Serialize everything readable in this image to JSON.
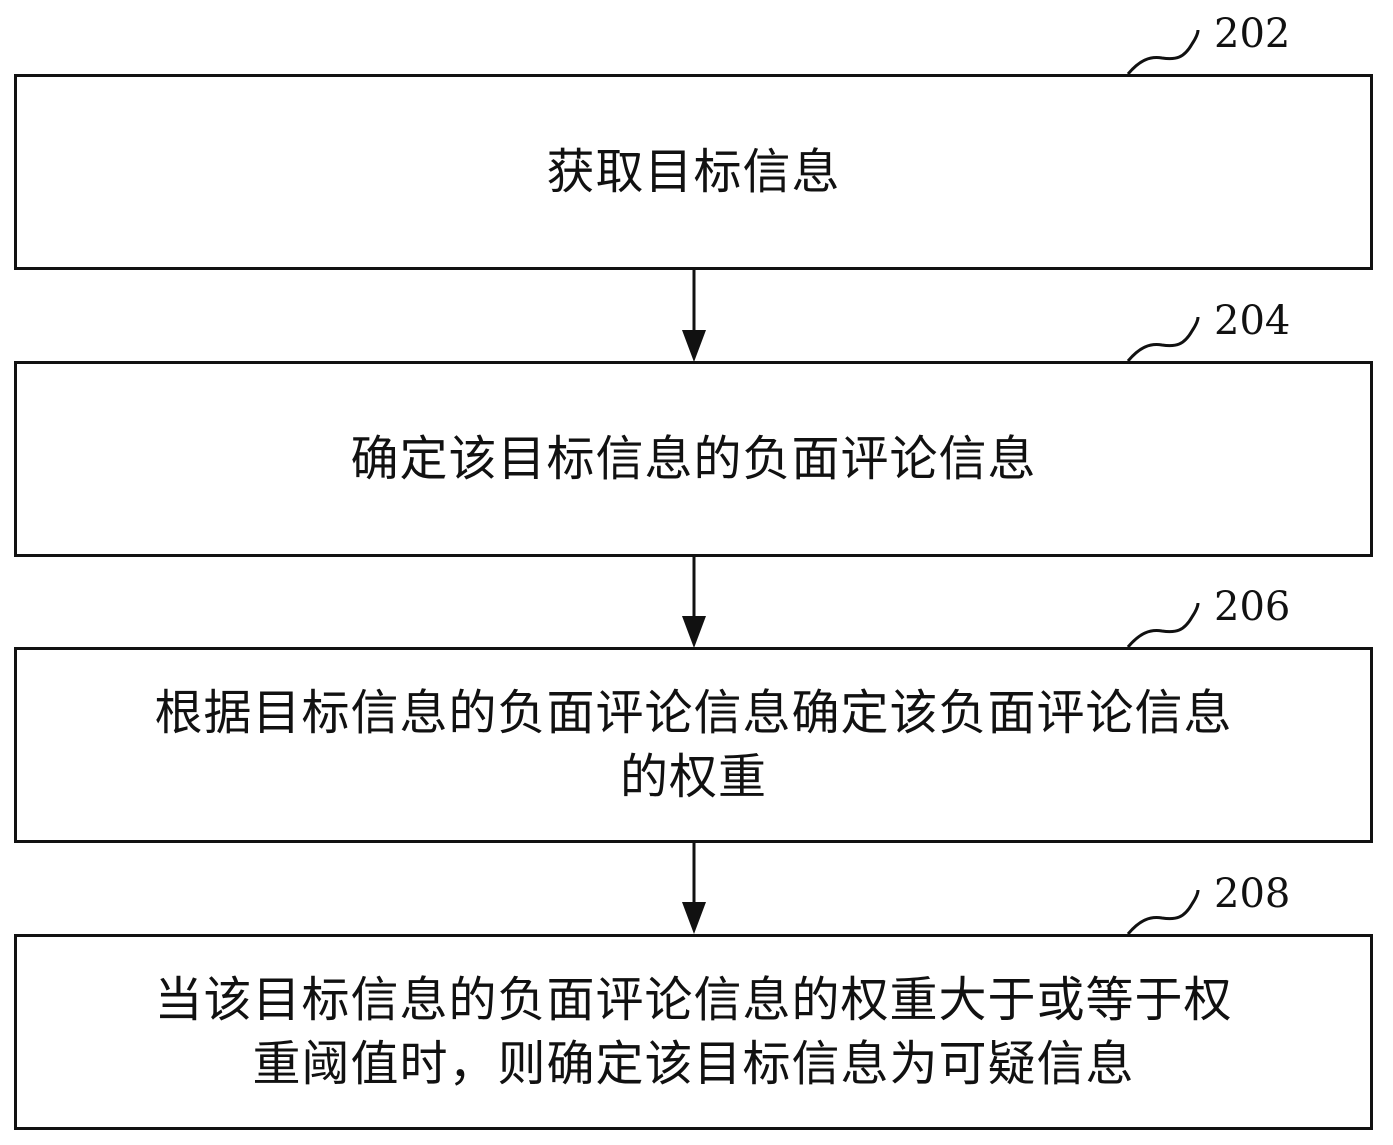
{
  "steps": [
    {
      "id": "202",
      "text": "获取目标信息"
    },
    {
      "id": "204",
      "text": "确定该目标信息的负面评论信息"
    },
    {
      "id": "206",
      "text": "根据目标信息的负面评论信息确定该负面评论信息\n的权重"
    },
    {
      "id": "208",
      "text": "当该目标信息的负面评论信息的权重大于或等于权\n重阈值时，则确定该目标信息为可疑信息"
    }
  ]
}
